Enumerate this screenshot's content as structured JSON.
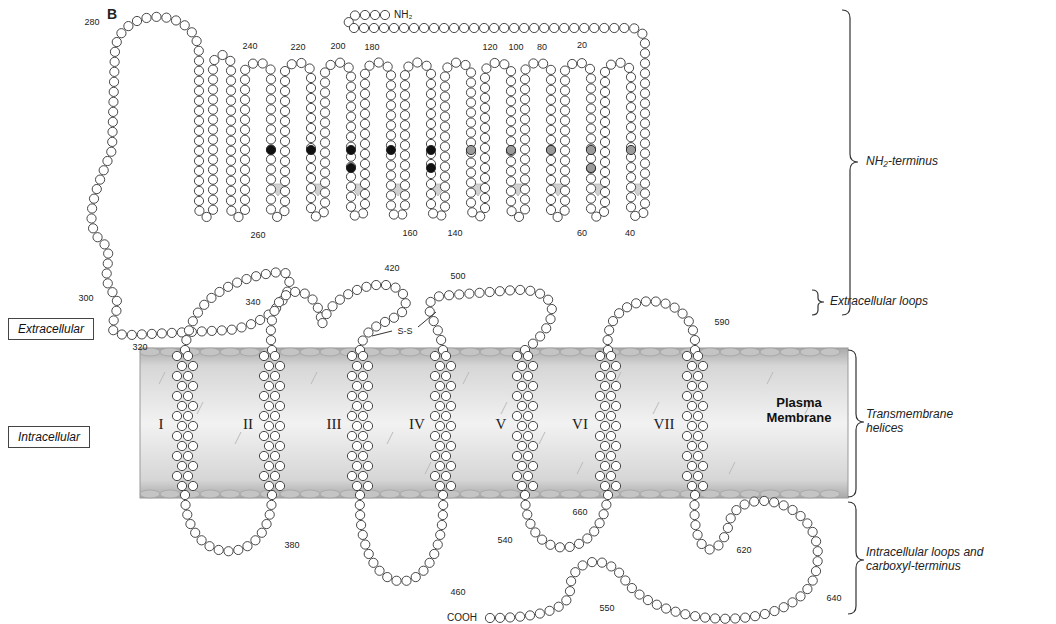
{
  "diagram": {
    "nodes": [
      {
        "text": [
          "Extracellular"
        ]
      },
      {
        "text": [
          "Intracellular"
        ]
      },
      {
        "text": [
          "Plasma Membrane"
        ]
      }
    ],
    "labels": [
      "B",
      "NH₂",
      "20",
      "280",
      "240",
      "220",
      "200",
      "180",
      "120",
      "100",
      "80",
      "260",
      "160",
      "140",
      "60",
      "40",
      "300",
      "320",
      "340",
      "420",
      "500",
      "S-S",
      "590",
      "I",
      "II",
      "III",
      "IV",
      "V",
      "VI",
      "VII",
      "380",
      "460",
      "540",
      "660",
      "550",
      "620",
      "640",
      "COOH",
      "NH₂-terminus",
      "Extracellular loops",
      "Transmembrane helices",
      "Intracellular loops and carboxyl-terminus"
    ]
  }
}
